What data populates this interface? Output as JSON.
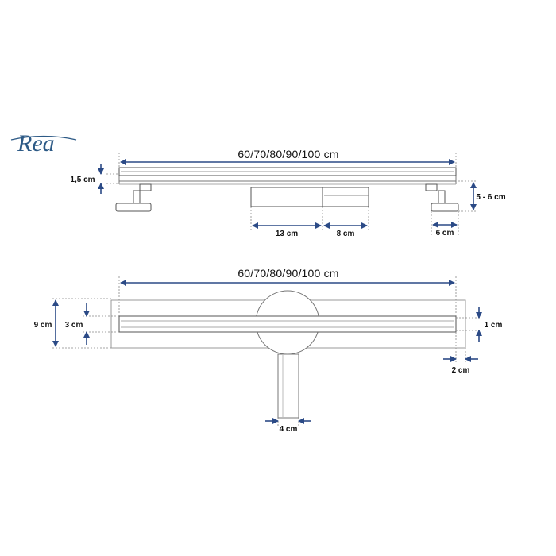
{
  "brand": {
    "logo_text": "Rea",
    "accent_color": "#2b4a86"
  },
  "side_view": {
    "length_label": "60/70/80/90/100 cm",
    "height_label": "1,5 cm",
    "feet_label": "5 - 6 cm",
    "body_label": "13 cm",
    "outlet_label": "8 cm",
    "foot_label": "6 cm"
  },
  "top_view": {
    "length_label": "60/70/80/90/100 cm",
    "total_width_label": "9 cm",
    "channel_width_label": "3 cm",
    "grate_label": "1 cm",
    "end_label": "2 cm",
    "pipe_label": "4 cm"
  }
}
